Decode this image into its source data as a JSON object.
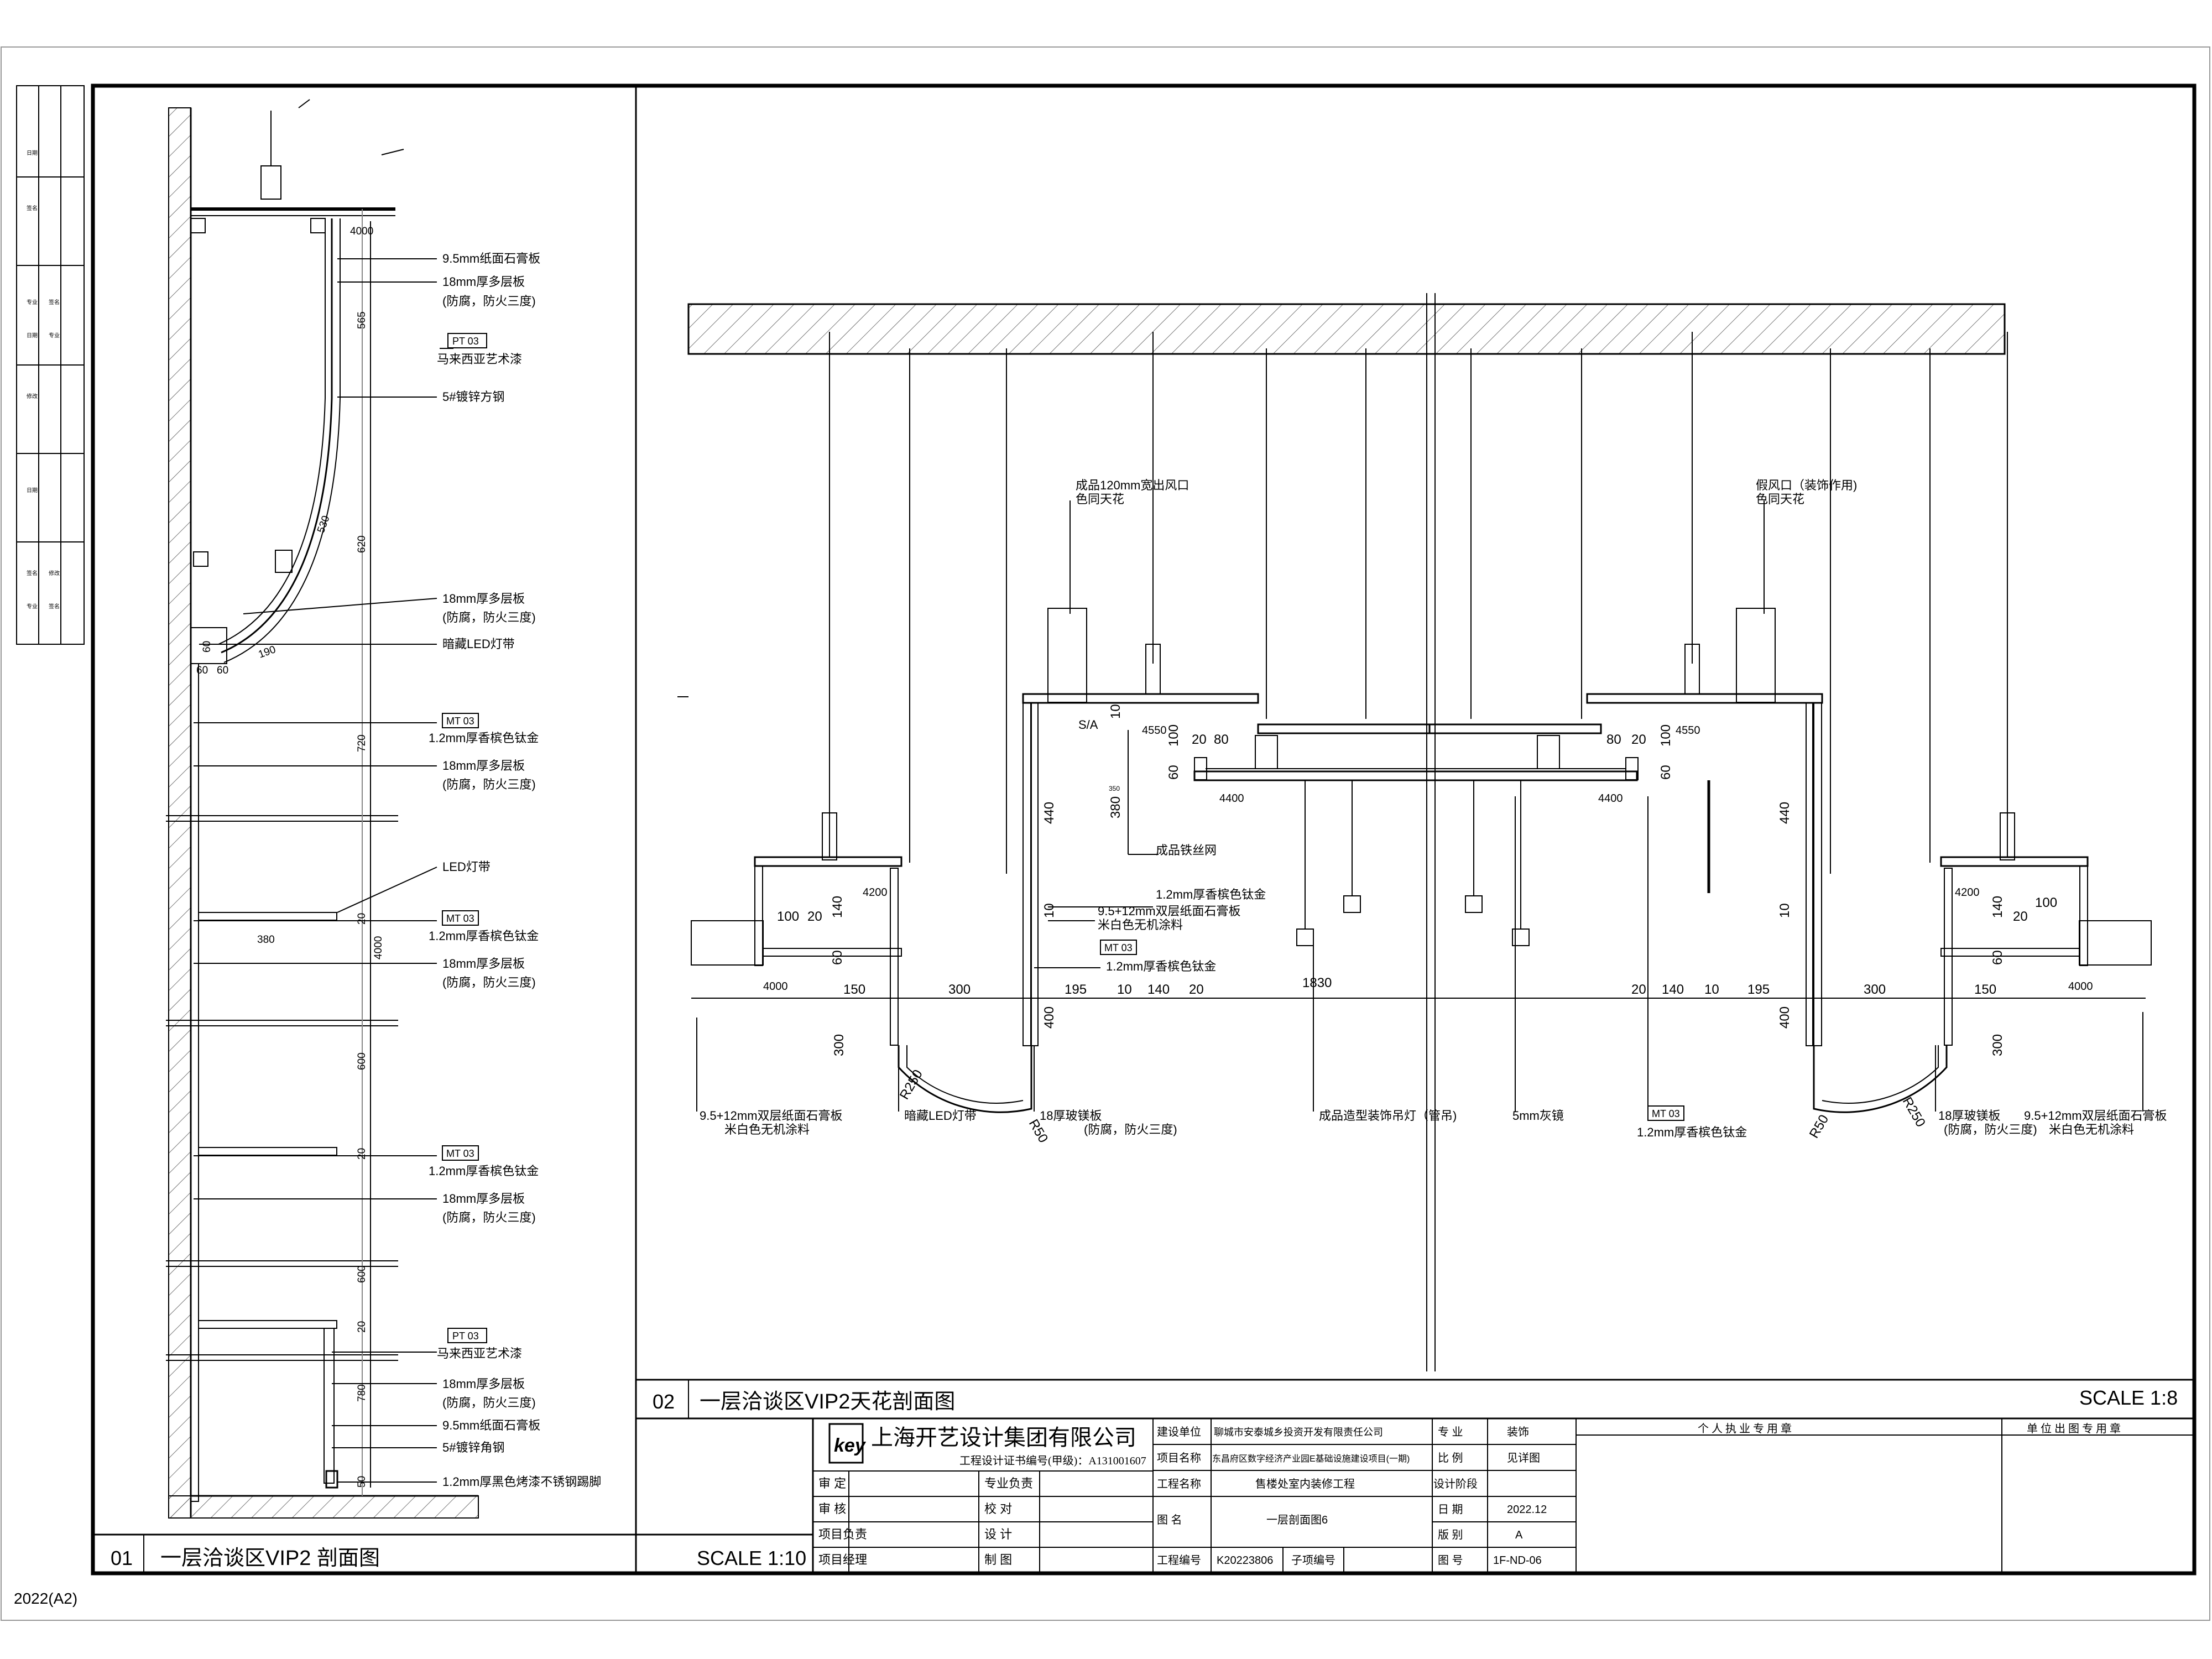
{
  "footer_code": "2022(A2)",
  "left_view": {
    "title_no": "01",
    "title": "一层洽谈区VIP2 剖面图",
    "scale": "SCALE 1:10",
    "labels": [
      "9.5mm纸面石膏板",
      "18mm厚多层板",
      "(防腐，防火三度)",
      "马来西亚艺术漆",
      "5#镀锌方钢",
      "18mm厚多层板",
      "(防腐，防火三度)",
      "暗藏LED灯带",
      "1.2mm厚香槟色钛金",
      "18mm厚多层板",
      "(防腐，防火三度)",
      "LED灯带",
      "1.2mm厚香槟色钛金",
      "18mm厚多层板",
      "(防腐，防火三度)",
      "1.2mm厚香槟色钛金",
      "18mm厚多层板",
      "(防腐，防火三度)",
      "马来西亚艺术漆",
      "18mm厚多层板",
      "(防腐，防火三度)",
      "9.5mm纸面石膏板",
      "5#镀锌角钢",
      "1.2mm厚黑色烤漆不锈钢踢脚"
    ],
    "tags": [
      "PT 03",
      "MT 03",
      "MT 03",
      "MT 03",
      "PT 03"
    ],
    "dims": [
      "4000",
      "565",
      "620",
      "530",
      "720",
      "4000",
      "600",
      "600",
      "780",
      "50",
      "20",
      "20",
      "20",
      "380",
      "60",
      "60",
      "190",
      "60"
    ]
  },
  "right_view": {
    "title_no": "02",
    "title": "一层洽谈区VIP2天花剖面图",
    "scale": "SCALE 1:8",
    "labels": [
      "成品120mm宽出风口",
      "色同天花",
      "假风口（装饰作用)",
      "色同天花",
      "S/A",
      "成品铁丝网",
      "1.2mm厚香槟色钛金",
      "9.5+12mm双层纸面石膏板",
      "米白色无机涂料",
      "1.2mm厚香槟色钛金",
      "9.5+12mm双层纸面石膏板",
      "米白色无机涂料",
      "暗藏LED灯带",
      "18厚玻镁板",
      "(防腐，防火三度)",
      "成品造型装饰吊灯（管吊)",
      "5mm灰镜",
      "1.2mm厚香槟色钛金",
      "18厚玻镁板",
      "(防腐，防火三度)",
      "9.5+12mm双层纸面石膏板",
      "米白色无机涂料"
    ],
    "tags": [
      "MT 03",
      "MT 03"
    ],
    "levels": [
      "4550",
      "4400",
      "4400",
      "4550",
      "4200",
      "4000",
      "4200",
      "4000"
    ],
    "dims": [
      "20",
      "80",
      "100",
      "60",
      "350",
      "380",
      "440",
      "10",
      "10",
      "100",
      "20",
      "140",
      "60",
      "150",
      "300",
      "195",
      "10",
      "140",
      "20",
      "1830",
      "20",
      "140",
      "10",
      "195",
      "300",
      "150",
      "400",
      "300",
      "R250",
      "R50",
      "80",
      "20",
      "100",
      "60",
      "440",
      "10",
      "100",
      "20",
      "140",
      "60",
      "400",
      "300",
      "R50",
      "R250"
    ]
  },
  "title_block": {
    "company": "上海开艺设计集团有限公司",
    "license": "工程设计证书编号(甲级)：A131001607",
    "rows": [
      {
        "k": "建设单位",
        "v": "聊城市安泰城乡投资开发有限责任公司",
        "k2": "专  业",
        "v2": "装饰"
      },
      {
        "k": "项目名称",
        "v": "东昌府区数字经济产业园E基础设施建设项目(一期)",
        "k2": "比  例",
        "v2": "见详图"
      },
      {
        "k": "工程名称",
        "v": "售楼处室内装修工程",
        "k2": "设计阶段",
        "v2": ""
      },
      {
        "k": "图  名",
        "v": "一层剖面图6",
        "k2": "日  期",
        "v2": "2022.12"
      },
      {
        "k": "",
        "v": "",
        "k2": "版  别",
        "v2": "A"
      },
      {
        "k": "工程编号",
        "v": "K20223806",
        "k3": "子项编号",
        "k2": "图  号",
        "v2": "1F-ND-06"
      }
    ],
    "sign_rows": [
      {
        "a": "审    定",
        "b": "专业负责"
      },
      {
        "a": "审    核",
        "b": "校    对"
      },
      {
        "a": "项目负责",
        "b": "设    计"
      },
      {
        "a": "项目经理",
        "b": "制    图"
      }
    ],
    "stamp1": "个 人 执 业 专 用 章",
    "stamp2": "单 位 出 图 专 用 章"
  },
  "side_strip": [
    "日期",
    "签名",
    "专业",
    "日期",
    "签名",
    "专业",
    "修改",
    "日期",
    "签名",
    "专业",
    "修改",
    "签名"
  ]
}
